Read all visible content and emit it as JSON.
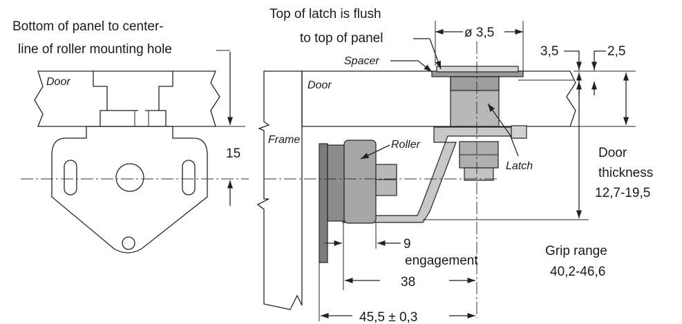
{
  "labels": {
    "panel_bottom_1": "Bottom of panel to center-",
    "panel_bottom_2": "line of roller mounting hole",
    "top_latch_1": "Top of latch is flush",
    "top_latch_2": "to top of panel",
    "diameter": "ø 3,5",
    "dim_3_5": "3,5",
    "dim_2_5": "2,5",
    "spacer": "Spacer",
    "door_left": "Door",
    "door_right": "Door",
    "frame": "Frame",
    "roller": "Roller",
    "latch": "Latch",
    "dim_15": "15",
    "door_thickness_1": "Door",
    "door_thickness_2": "thickness",
    "door_thickness_3": "12,7-19,5",
    "dim_9": "9",
    "engagement": "engagement",
    "dim_38": "38",
    "dim_45_5": "45,5 ± 0,3",
    "grip_range_1": "Grip range",
    "grip_range_2": "40,2-46,6"
  },
  "colors": {
    "line": "#222222",
    "part_light": "#b8b8b8",
    "part_mid": "#8c8c8c",
    "part_dark": "#666666",
    "text": "#1a1a1a"
  }
}
